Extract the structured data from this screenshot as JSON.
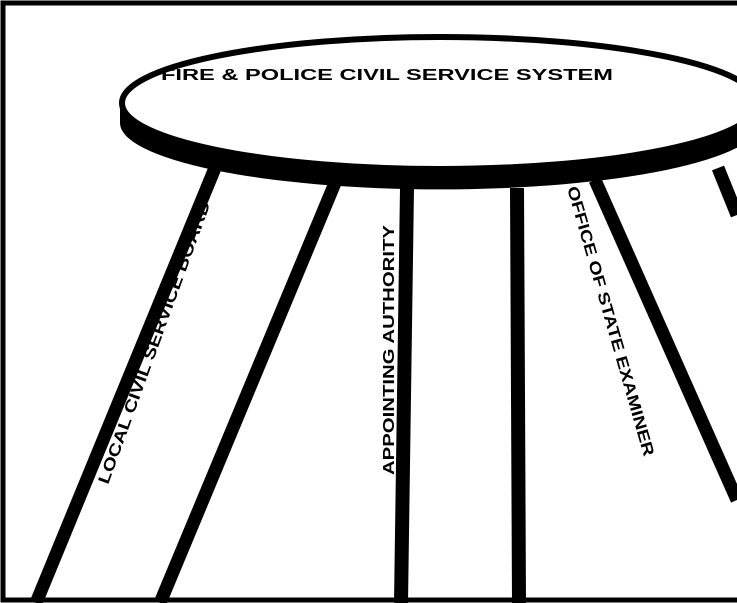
{
  "diagram": {
    "title": "FIRE & POLICE CIVIL SERVICE SYSTEM",
    "legs": {
      "left": "LOCAL CIVIL SERVICE BOARD",
      "center": "APPOINTING AUTHORITY",
      "right": "OFFICE OF STATE EXAMINER"
    }
  },
  "colors": {
    "ink": "#000000",
    "paper": "#ffffff"
  }
}
